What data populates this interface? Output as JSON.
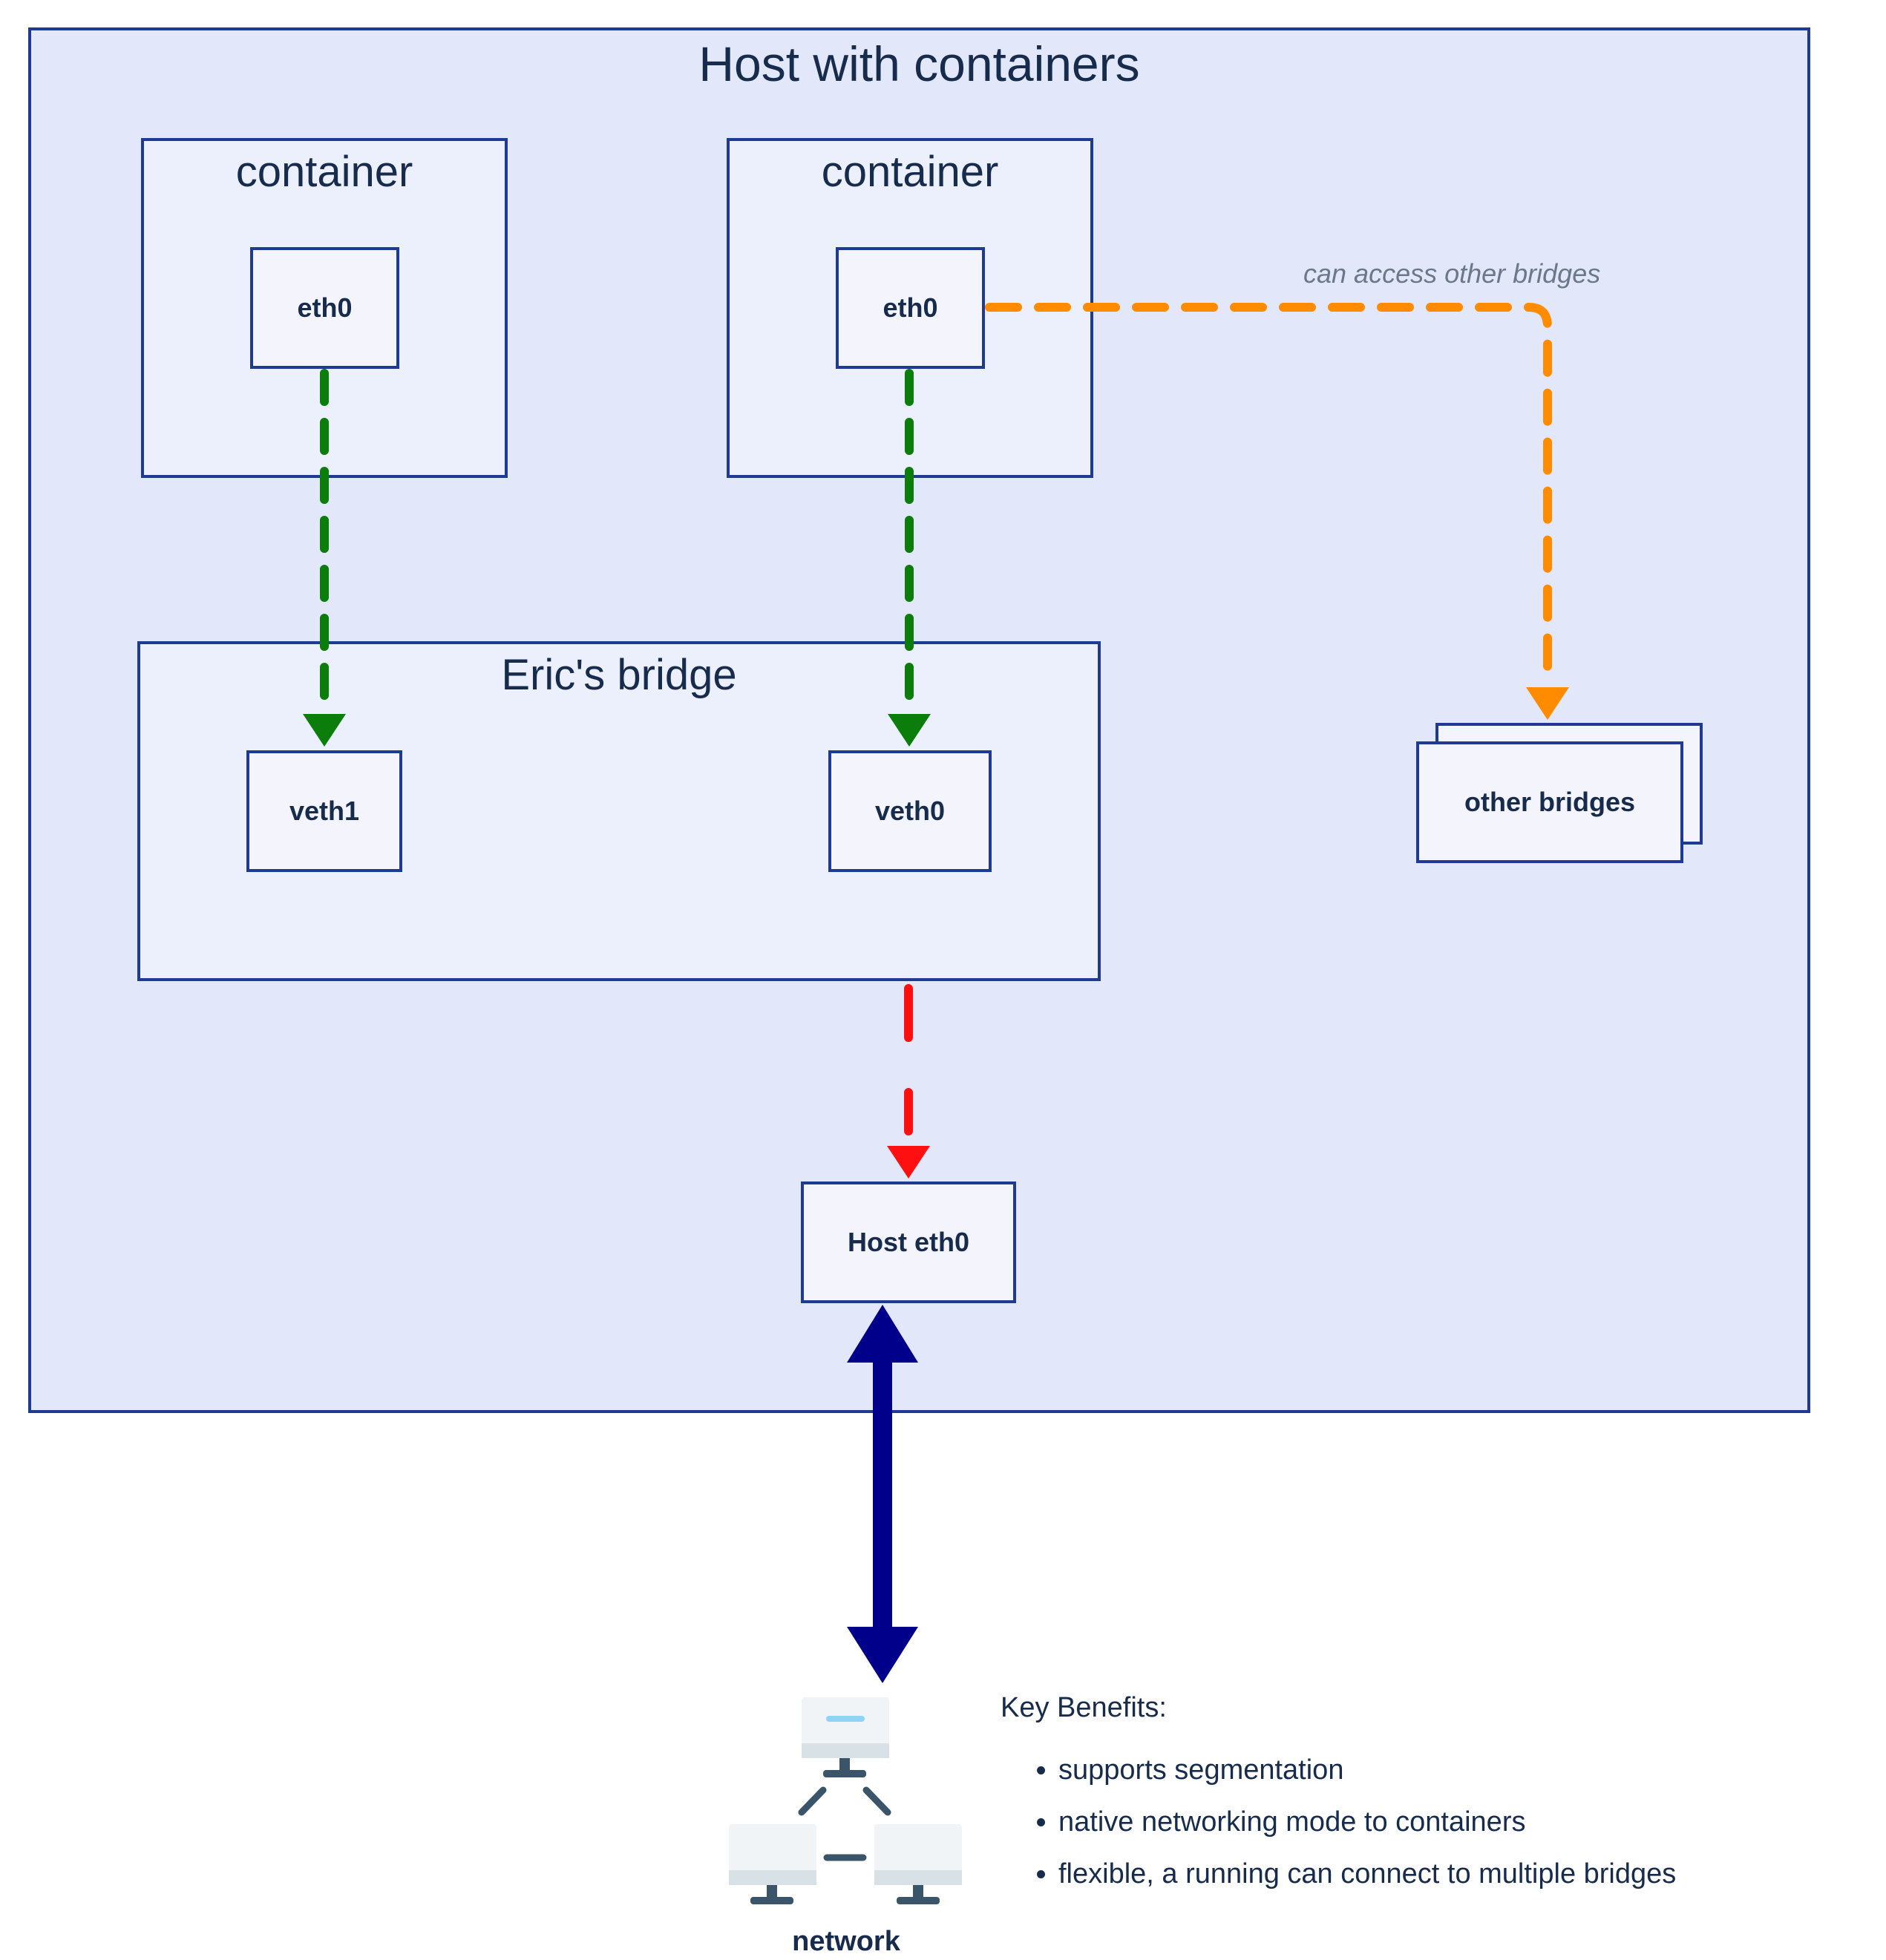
{
  "host": {
    "title": "Host with containers"
  },
  "containers": [
    {
      "title": "container",
      "iface": "eth0"
    },
    {
      "title": "container",
      "iface": "eth0"
    }
  ],
  "bridge": {
    "title": "Eric's bridge",
    "ifaces": [
      "veth1",
      "veth0"
    ]
  },
  "other_bridges": {
    "label": "other bridges",
    "annotation": "can access other bridges"
  },
  "host_iface": {
    "label": "Host eth0"
  },
  "network": {
    "label": "network",
    "icon": "network-computers-icon"
  },
  "benefits": {
    "heading": "Key Benefits:",
    "items": [
      "supports segmentation",
      "native networking mode to containers",
      "flexible, a running can connect to multiple bridges"
    ]
  },
  "colors": {
    "container_link": "#0a7d0a",
    "other_bridge_link": "#ff8c00",
    "host_link": "#ff1010",
    "network_link": "#00008b",
    "border": "#1f3a93"
  }
}
